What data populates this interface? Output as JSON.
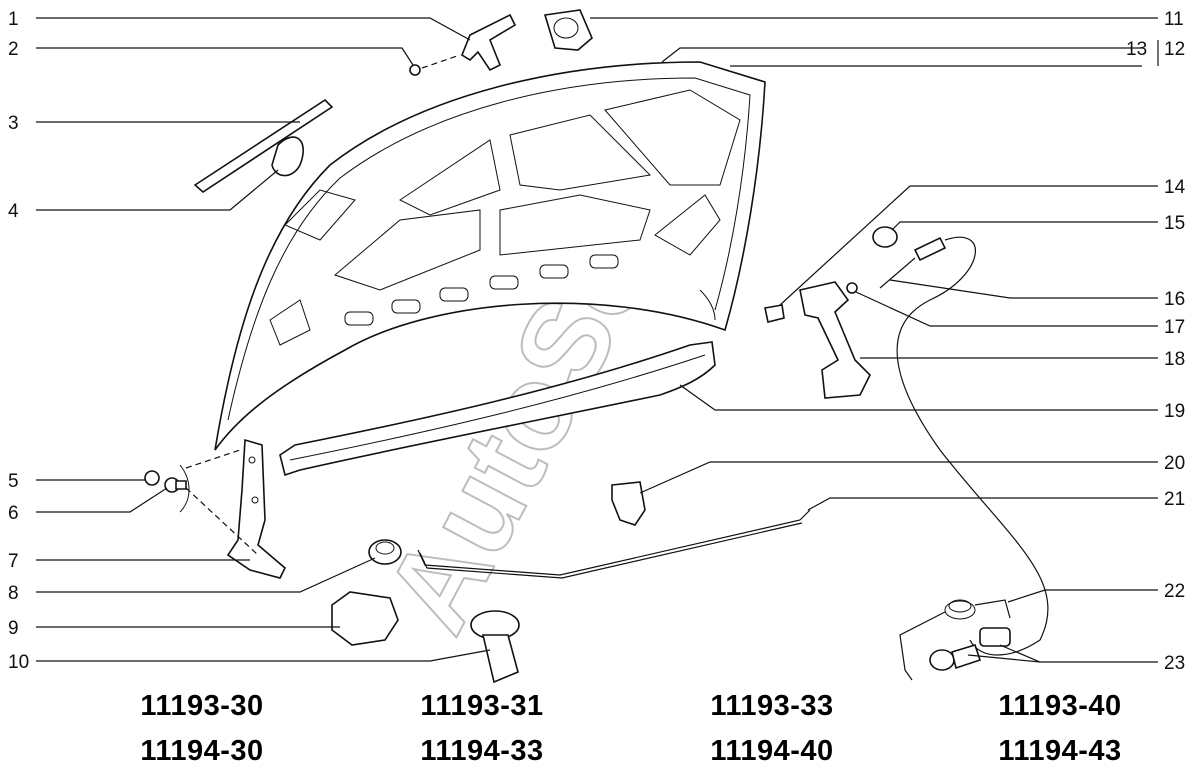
{
  "watermark": "AutoSoft",
  "callouts": [
    "1",
    "2",
    "3",
    "4",
    "5",
    "6",
    "7",
    "8",
    "9",
    "10",
    "11",
    "12",
    "13",
    "14",
    "15",
    "16",
    "17",
    "18",
    "19",
    "20",
    "21",
    "22",
    "23"
  ],
  "model_codes": {
    "row1": [
      "11193-30",
      "11193-31",
      "11193-33",
      "11193-40"
    ],
    "row2": [
      "11194-30",
      "11194-33",
      "11194-40",
      "11194-43"
    ]
  }
}
